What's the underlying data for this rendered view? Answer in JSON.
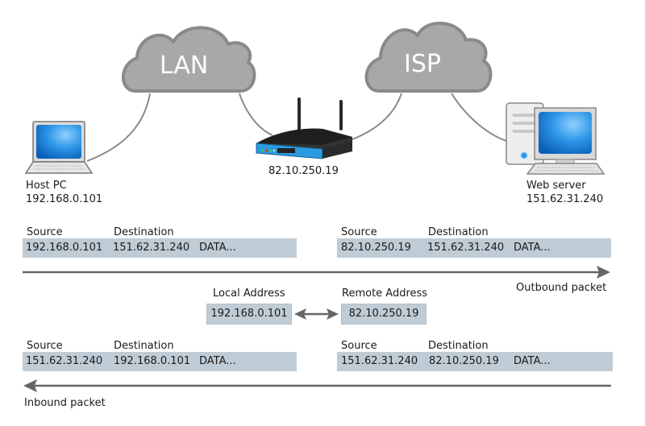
{
  "clouds": [
    {
      "id": "lan",
      "label": "LAN"
    },
    {
      "id": "isp",
      "label": "ISP"
    }
  ],
  "devices": {
    "host_pc": {
      "name": "Host PC",
      "ip": "192.168.0.101",
      "icon": "laptop-icon"
    },
    "router": {
      "ip": "82.10.250.19",
      "icon": "router-icon"
    },
    "web_server": {
      "name": "Web server",
      "ip": "151.62.31.240",
      "icon": "desktop-server-icon"
    }
  },
  "headers": {
    "source": "Source",
    "destination": "Destination"
  },
  "outbound": {
    "label": "Outbound packet",
    "before_nat": {
      "source": "192.168.0.101",
      "destination": "151.62.31.240",
      "data": "DATA..."
    },
    "after_nat": {
      "source": "82.10.250.19",
      "destination": "151.62.31.240",
      "data": "DATA..."
    }
  },
  "inbound": {
    "label": "Inbound packet",
    "after_nat": {
      "source": "151.62.31.240",
      "destination": "192.168.0.101",
      "data": "DATA..."
    },
    "before_nat": {
      "source": "151.62.31.240",
      "destination": "82.10.250.19",
      "data": "DATA..."
    }
  },
  "nat_mapping": {
    "local_label": "Local Address",
    "local_value": "192.168.0.101",
    "remote_label": "Remote Address",
    "remote_value": "82.10.250.19"
  },
  "colors": {
    "cloud_fill": "#a8a8a8",
    "cloud_stroke": "#8a8a8a",
    "packet_fill": "#c0ccd5",
    "arrow": "#666666",
    "screen_blue": "#1e88e5",
    "router_blue": "#2b9be0"
  }
}
